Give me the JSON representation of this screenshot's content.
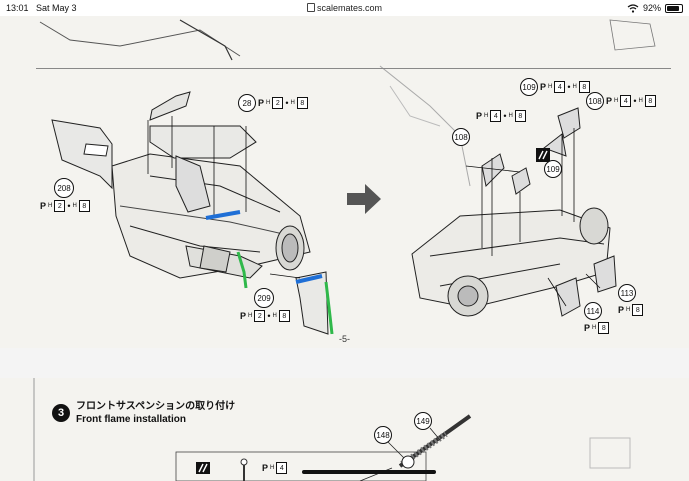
{
  "status_bar": {
    "time": "13:01",
    "date": "Sat May 3",
    "url": "scalemates.com",
    "battery": "92%"
  },
  "instructions_page1": {
    "page_number": "-5-",
    "callouts": [
      {
        "part": "28",
        "p": "P",
        "h": "H",
        "box1": "2",
        "box2": "8"
      },
      {
        "part": "208",
        "p": "P",
        "h": "H",
        "box1": "2",
        "box2": "8"
      },
      {
        "part": "209",
        "p": "P",
        "h": "H",
        "box1": "2",
        "box2": "8"
      },
      {
        "part": "109",
        "p": "P",
        "h": "H",
        "box1": "4",
        "box2": "8"
      },
      {
        "part": "108",
        "p": "P",
        "h": "H",
        "box1": "4",
        "box2": "8"
      },
      {
        "part": "108",
        "p": "P",
        "h": "H",
        "box1": "4",
        "box2": "8"
      },
      {
        "part": "109"
      },
      {
        "part": "113",
        "p": "P",
        "h": "H",
        "box1": "8"
      },
      {
        "part": "114",
        "p": "P",
        "h": "H",
        "box1": "8"
      }
    ]
  },
  "instructions_page2": {
    "step_number": "3",
    "title_jp": "フロントサスペンションの取り付け",
    "title_en": "Front flame installation",
    "callouts": [
      {
        "part": "148"
      },
      {
        "part": "149"
      },
      {
        "p": "P",
        "h": "H",
        "box1": "4"
      }
    ]
  },
  "colors": {
    "highlight_blue": "#1f6fd6",
    "highlight_green": "#2fb84a"
  }
}
